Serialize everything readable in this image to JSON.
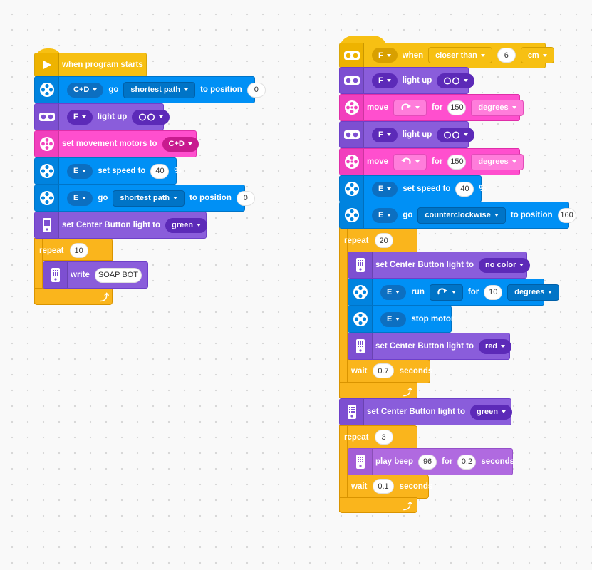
{
  "left_stack": {
    "start": {
      "label": "when program starts"
    },
    "b1": {
      "ports": "C+D",
      "go": "go",
      "path": "shortest path",
      "to_position": "to position",
      "value": "0"
    },
    "b2": {
      "port": "F",
      "text": "light up",
      "pattern": "eyes"
    },
    "b3": {
      "text": "set movement motors to",
      "ports": "C+D"
    },
    "b4": {
      "port": "E",
      "text": "set speed to",
      "value": "40",
      "unit": "%"
    },
    "b5": {
      "port": "E",
      "go": "go",
      "path": "shortest path",
      "to_position": "to position",
      "value": "0"
    },
    "b6": {
      "text": "set Center Button light to",
      "color": "green"
    },
    "repeat": {
      "label": "repeat",
      "count": "10"
    },
    "b7": {
      "text": "write",
      "value": "SOAP BOT"
    }
  },
  "right_stack": {
    "r1": {
      "port": "F",
      "when": "when",
      "condition": "closer than",
      "value": "6",
      "unit": "cm"
    },
    "r2": {
      "port": "F",
      "text": "light up",
      "pattern": "eyes"
    },
    "r3": {
      "text": "move",
      "direction": "clockwise",
      "for": "for",
      "value": "150",
      "unit": "degrees"
    },
    "r4": {
      "port": "F",
      "text": "light up",
      "pattern": "eyes"
    },
    "r5": {
      "text": "move",
      "direction": "counterclockwise",
      "for": "for",
      "value": "150",
      "unit": "degrees"
    },
    "r6": {
      "port": "E",
      "text": "set speed to",
      "value": "40",
      "unit": "%"
    },
    "r7": {
      "port": "E",
      "go": "go",
      "path": "counterclockwise",
      "to_position": "to position",
      "value": "160"
    },
    "repeat1": {
      "label": "repeat",
      "count": "20"
    },
    "r8": {
      "text": "set Center Button light to",
      "color": "no color"
    },
    "r9": {
      "port": "E",
      "run": "run",
      "direction": "clockwise",
      "for": "for",
      "value": "10",
      "unit": "degrees"
    },
    "r10": {
      "port": "E",
      "text": "stop motor"
    },
    "r11": {
      "text": "set Center Button light to",
      "color": "red"
    },
    "wait1": {
      "label": "wait",
      "value": "0.7",
      "unit": "seconds"
    },
    "r12": {
      "text": "set Center Button light to",
      "color": "green"
    },
    "repeat2": {
      "label": "repeat",
      "count": "3"
    },
    "r13": {
      "text": "play beep",
      "value": "96",
      "for": "for",
      "duration": "0.2",
      "unit": "seconds"
    },
    "wait2": {
      "label": "wait",
      "value": "0.1",
      "unit": "seconds"
    }
  },
  "colors": {
    "motor": "#0090f5",
    "light": "#8a5ddb",
    "move": "#ff4fce",
    "event": "#f7c013",
    "control": "#fab51c"
  },
  "icons": {
    "motor": "motor-icon",
    "light": "light-matrix-icon",
    "move": "movement-icon",
    "distance": "distance-sensor-icon",
    "hub": "hub-icon",
    "start": "play-icon",
    "loop": "loop-arrow-icon"
  }
}
